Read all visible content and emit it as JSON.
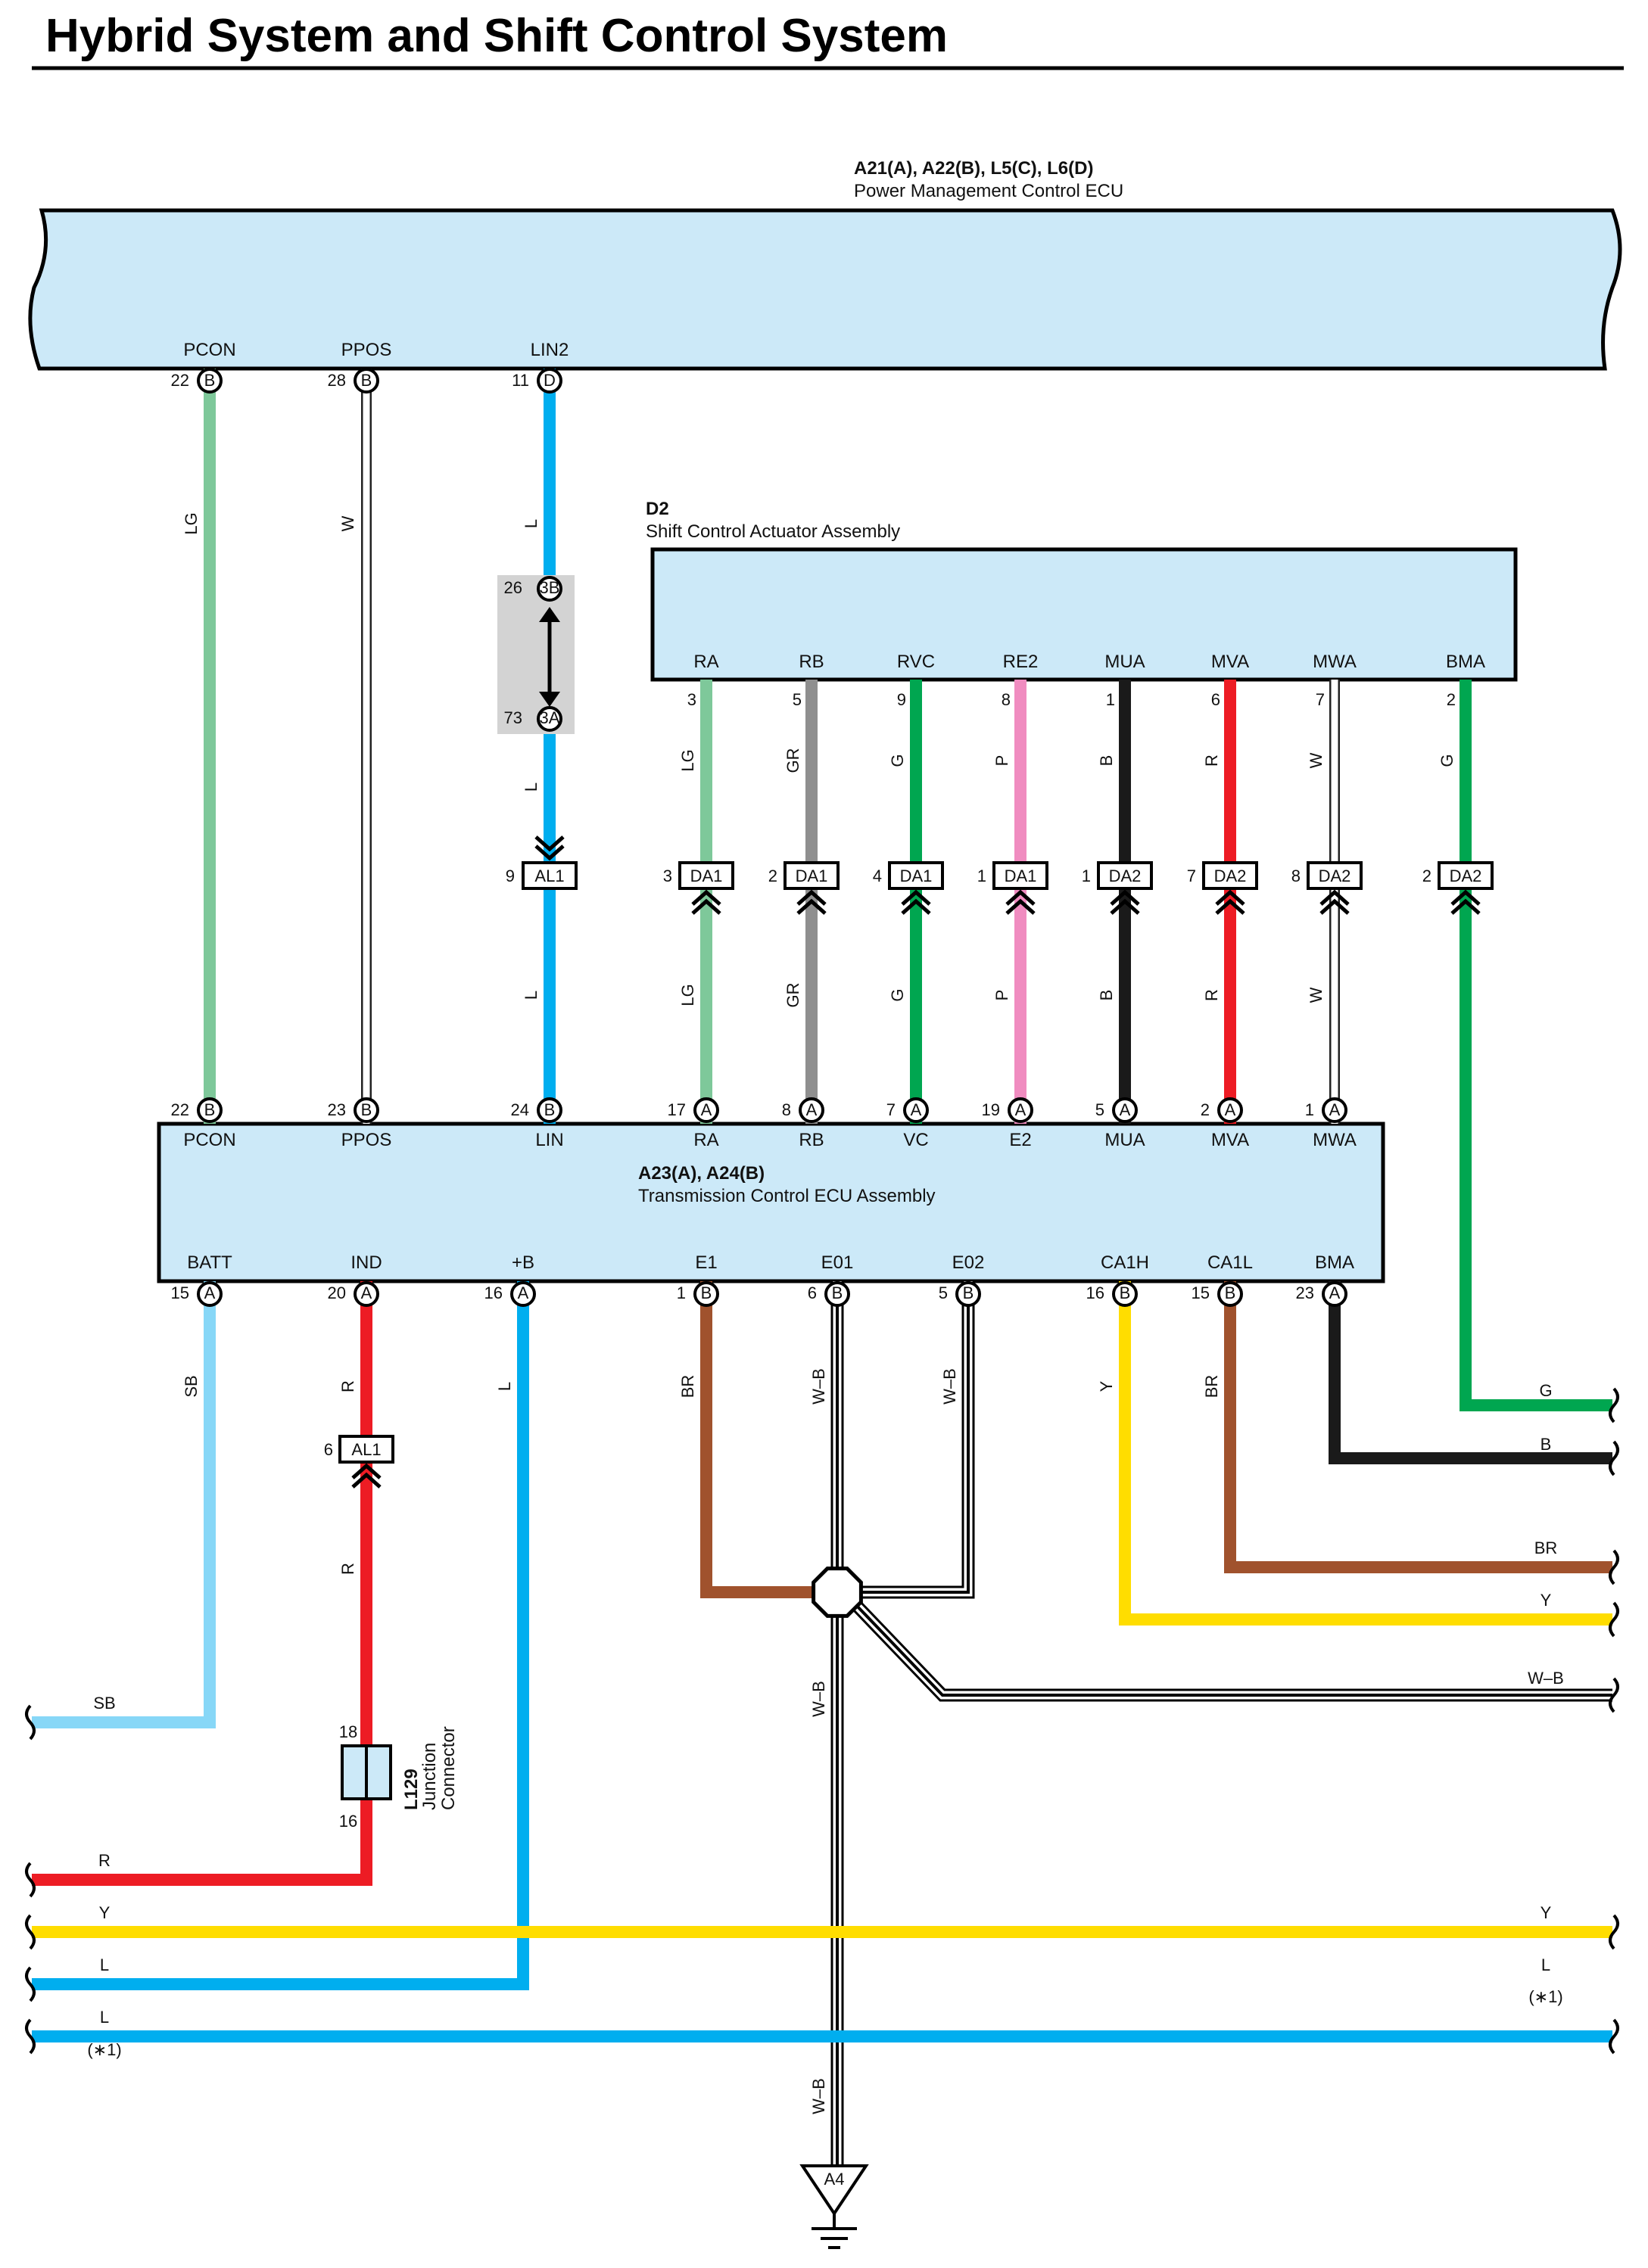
{
  "title": "Hybrid System and Shift Control System",
  "components": {
    "pm_ecu": {
      "code": "A21(A), A22(B), L5(C), L6(D)",
      "name": "Power Management Control ECU"
    },
    "d2": {
      "code": "D2",
      "name": "Shift Control Actuator Assembly"
    },
    "tcu": {
      "code": "A23(A), A24(B)",
      "name": "Transmission Control ECU Assembly"
    },
    "l129": {
      "code": "L129",
      "name1": "Junction",
      "name2": "Connector",
      "pin_top": "18",
      "pin_bottom": "16"
    },
    "ground": {
      "label": "A4"
    }
  },
  "colors": {
    "LG": "#7ec89a",
    "W": "#ffffff",
    "L": "#00aeef",
    "GR": "#8f8f8f",
    "G": "#00a650",
    "P": "#f08cc0",
    "B": "#1a1a1a",
    "R": "#ed1c24",
    "SB": "#87d7f7",
    "BR": "#a0522d",
    "Y": "#ffdd00",
    "ecu_fill": "#cce9f8"
  },
  "pm_pins": [
    {
      "name": "PCON",
      "num": "22",
      "conn": "B",
      "wire": "LG"
    },
    {
      "name": "PPOS",
      "num": "28",
      "conn": "B",
      "wire": "W"
    },
    {
      "name": "LIN2",
      "num": "11",
      "conn": "D",
      "wire": "L"
    }
  ],
  "junction_3": {
    "top_num": "26",
    "top_conn": "3B",
    "bottom_num": "73",
    "bottom_conn": "3A"
  },
  "d2_pins": [
    {
      "name": "RA",
      "num": "3",
      "wire": "LG"
    },
    {
      "name": "RB",
      "num": "5",
      "wire": "GR"
    },
    {
      "name": "RVC",
      "num": "9",
      "wire": "G"
    },
    {
      "name": "RE2",
      "num": "8",
      "wire": "P"
    },
    {
      "name": "MUA",
      "num": "1",
      "wire": "B"
    },
    {
      "name": "MVA",
      "num": "6",
      "wire": "R"
    },
    {
      "name": "MWA",
      "num": "7",
      "wire": "W"
    },
    {
      "name": "BMA",
      "num": "2",
      "wire": "G"
    }
  ],
  "mid_connectors": [
    {
      "num": "9",
      "conn": "AL1"
    },
    {
      "num": "3",
      "conn": "DA1"
    },
    {
      "num": "2",
      "conn": "DA1"
    },
    {
      "num": "4",
      "conn": "DA1"
    },
    {
      "num": "1",
      "conn": "DA1"
    },
    {
      "num": "1",
      "conn": "DA2"
    },
    {
      "num": "7",
      "conn": "DA2"
    },
    {
      "num": "8",
      "conn": "DA2"
    },
    {
      "num": "2",
      "conn": "DA2"
    }
  ],
  "tcu_top_pins": [
    {
      "name": "PCON",
      "num": "22",
      "conn": "B"
    },
    {
      "name": "PPOS",
      "num": "23",
      "conn": "B"
    },
    {
      "name": "LIN",
      "num": "24",
      "conn": "B"
    },
    {
      "name": "RA",
      "num": "17",
      "conn": "A"
    },
    {
      "name": "RB",
      "num": "8",
      "conn": "A"
    },
    {
      "name": "VC",
      "num": "7",
      "conn": "A"
    },
    {
      "name": "E2",
      "num": "19",
      "conn": "A"
    },
    {
      "name": "MUA",
      "num": "5",
      "conn": "A"
    },
    {
      "name": "MVA",
      "num": "2",
      "conn": "A"
    },
    {
      "name": "MWA",
      "num": "1",
      "conn": "A"
    }
  ],
  "tcu_bottom_pins": [
    {
      "name": "BATT",
      "num": "15",
      "conn": "A",
      "wire": "SB"
    },
    {
      "name": "IND",
      "num": "20",
      "conn": "A",
      "wire": "R"
    },
    {
      "name": "+B",
      "num": "16",
      "conn": "A",
      "wire": "L"
    },
    {
      "name": "E1",
      "num": "1",
      "conn": "B",
      "wire": "BR"
    },
    {
      "name": "E01",
      "num": "6",
      "conn": "B",
      "wire": "W–B"
    },
    {
      "name": "E02",
      "num": "5",
      "conn": "B",
      "wire": "W–B"
    },
    {
      "name": "CA1H",
      "num": "16",
      "conn": "B",
      "wire": "Y"
    },
    {
      "name": "CA1L",
      "num": "15",
      "conn": "B",
      "wire": "BR"
    },
    {
      "name": "BMA",
      "num": "23",
      "conn": "A",
      "wire": "B"
    }
  ],
  "ind_connector": {
    "num": "6",
    "conn": "AL1"
  },
  "right_wires": [
    "G",
    "B",
    "BR",
    "Y",
    "W–B",
    "Y",
    "L"
  ],
  "left_wires": [
    "SB",
    "R",
    "Y",
    "L",
    "L"
  ],
  "note": "(∗1)"
}
